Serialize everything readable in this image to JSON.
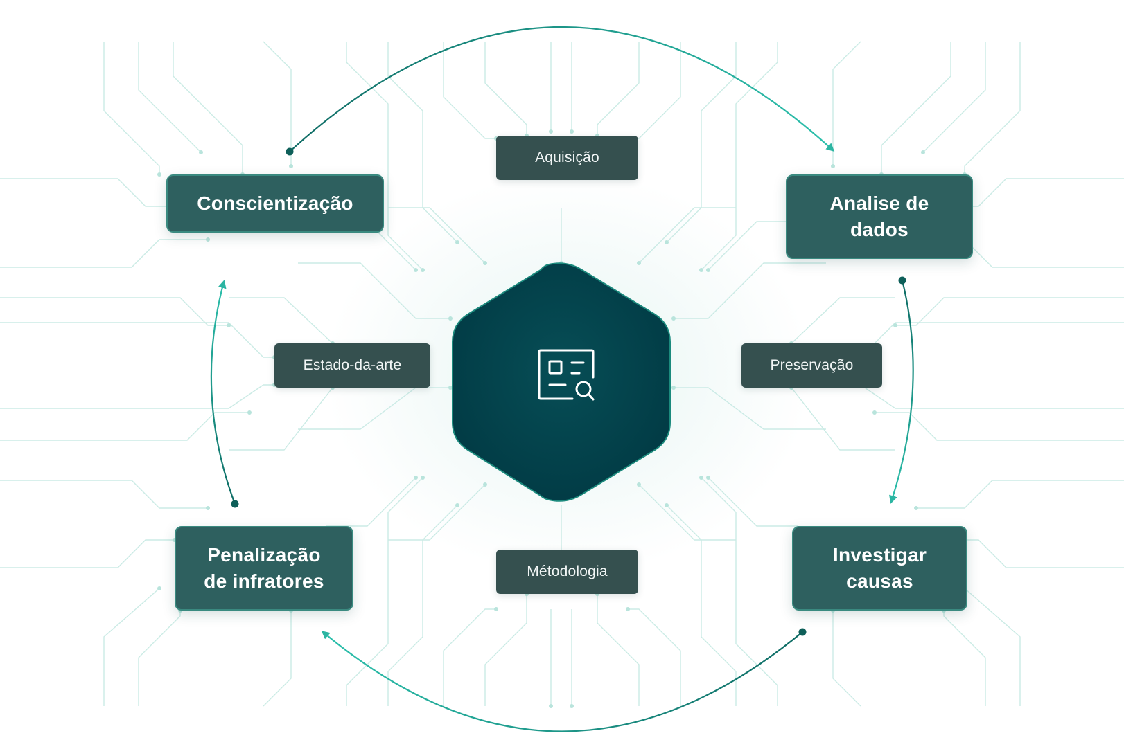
{
  "center": {
    "icon": "document-search-icon"
  },
  "stages": {
    "top_left": "Conscientização",
    "top_right": "Analise de\ndados",
    "bottom_right": "Investigar\ncausas",
    "bottom_left": "Penalização\nde infratores"
  },
  "tags": {
    "top": "Aquisição",
    "left": "Estado-da-arte",
    "right": "Preservação",
    "bottom": "Métodologia"
  },
  "colors": {
    "stage_box": "#2e605f",
    "tag_box": "#35504f",
    "hexagon": "#02404a",
    "arrow": "#2cb5a2",
    "circuit": "#bfe6e0"
  }
}
